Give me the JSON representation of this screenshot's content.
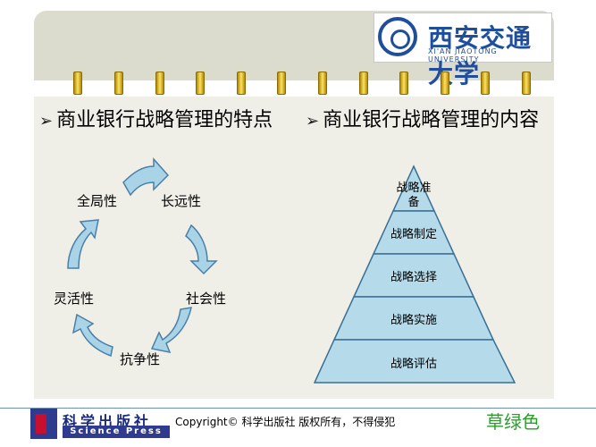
{
  "logo": {
    "name_cn": "西安交通大学",
    "name_en": "XI'AN JIAOTONG UNIVERSITY"
  },
  "left_heading": {
    "bullet": "➢",
    "text": "商业银行战略管理的特点"
  },
  "right_heading": {
    "bullet": "➢",
    "text": "商业银行战略管理的内容"
  },
  "cycle": [
    "全局性",
    "长远性",
    "社会性",
    "抗争性",
    "灵活性"
  ],
  "pyramid": [
    "战略准备",
    "战略制定",
    "战略选择",
    "战略实施",
    "战略评估"
  ],
  "footer": {
    "publisher_cn": "科学出版社",
    "publisher_en": "Science Press",
    "copyright": "Copyright© 科学出版社 版权所有，不得侵犯",
    "tag": "草绿色"
  },
  "colors": {
    "arrow_fill": "#a9d3e6",
    "arrow_stroke": "#4a7fa8",
    "pyramid_fill": "#b5dbea",
    "pyramid_stroke": "#3a6f95",
    "tag": "#2aa02a"
  }
}
